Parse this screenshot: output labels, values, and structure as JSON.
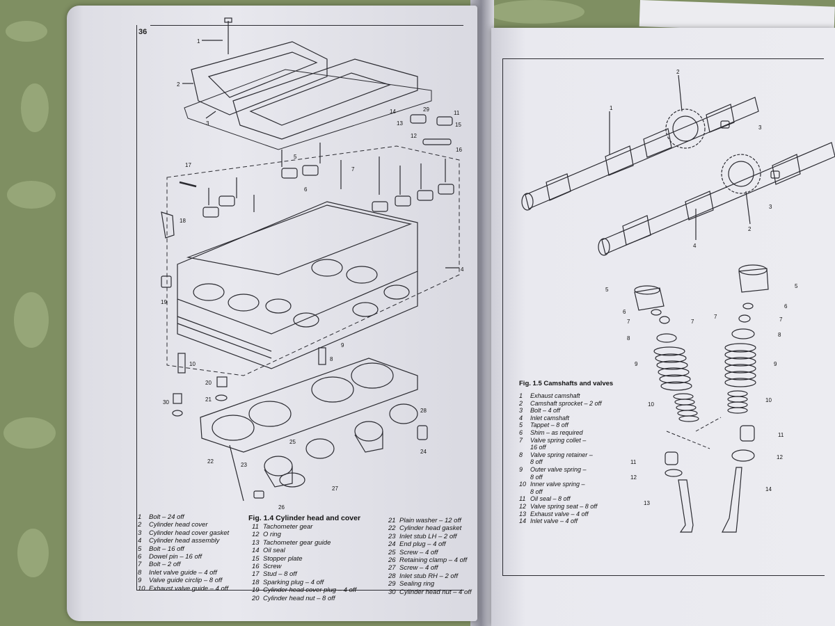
{
  "page_number": "36",
  "fig_1_4": {
    "caption": "Fig. 1.4 Cylinder head and cover",
    "callouts": [
      "1",
      "2",
      "3",
      "4",
      "5",
      "6",
      "7",
      "8",
      "9",
      "10",
      "11",
      "12",
      "13",
      "14",
      "15",
      "16",
      "17",
      "18",
      "19",
      "20",
      "21",
      "22",
      "23",
      "24",
      "25",
      "26",
      "27",
      "28",
      "29",
      "30"
    ],
    "legend_col1": [
      {
        "num": "1",
        "text": "Bolt – 24 off"
      },
      {
        "num": "2",
        "text": "Cylinder head cover"
      },
      {
        "num": "3",
        "text": "Cylinder head cover gasket"
      },
      {
        "num": "4",
        "text": "Cylinder head assembly"
      },
      {
        "num": "5",
        "text": "Bolt – 16 off"
      },
      {
        "num": "6",
        "text": "Dowel pin – 16 off"
      },
      {
        "num": "7",
        "text": "Bolt – 2 off"
      },
      {
        "num": "8",
        "text": "Inlet valve guide – 4 off"
      },
      {
        "num": "9",
        "text": "Valve guide circlip – 8 off"
      },
      {
        "num": "10",
        "text": "Exhaust valve guide – 4 off"
      }
    ],
    "legend_col2": [
      {
        "num": "11",
        "text": "Tachometer gear"
      },
      {
        "num": "12",
        "text": "O ring"
      },
      {
        "num": "13",
        "text": "Tachometer gear guide"
      },
      {
        "num": "14",
        "text": "Oil seal"
      },
      {
        "num": "15",
        "text": "Stopper plate"
      },
      {
        "num": "16",
        "text": "Screw"
      },
      {
        "num": "17",
        "text": "Stud – 8 off"
      },
      {
        "num": "18",
        "text": "Sparking plug – 4 off"
      },
      {
        "num": "19",
        "text": "Cylinder head cover plug – 4 off"
      },
      {
        "num": "20",
        "text": "Cylinder head nut – 8 off"
      }
    ],
    "legend_col3": [
      {
        "num": "21",
        "text": "Plain washer – 12 off"
      },
      {
        "num": "22",
        "text": "Cylinder head gasket"
      },
      {
        "num": "23",
        "text": "Inlet stub LH – 2 off"
      },
      {
        "num": "24",
        "text": "End plug – 4 off"
      },
      {
        "num": "25",
        "text": "Screw – 4 off"
      },
      {
        "num": "26",
        "text": "Retaining clamp – 4 off"
      },
      {
        "num": "27",
        "text": "Screw – 4 off"
      },
      {
        "num": "28",
        "text": "Inlet stub RH – 2 off"
      },
      {
        "num": "29",
        "text": "Sealing ring"
      },
      {
        "num": "30",
        "text": "Cylinder head nut – 4 off"
      }
    ]
  },
  "fig_1_5": {
    "caption": "Fig. 1.5 Camshafts and valves",
    "legend": [
      {
        "num": "1",
        "text": "Exhaust camshaft"
      },
      {
        "num": "2",
        "text": "Camshaft sprocket – 2 off"
      },
      {
        "num": "3",
        "text": "Bolt – 4 off"
      },
      {
        "num": "4",
        "text": "Inlet camshaft"
      },
      {
        "num": "5",
        "text": "Tappet – 8 off"
      },
      {
        "num": "6",
        "text": "Shim – as required"
      },
      {
        "num": "7",
        "text": "Valve spring collet –"
      },
      {
        "num": "",
        "text": "16 off"
      },
      {
        "num": "8",
        "text": "Valve spring retainer –"
      },
      {
        "num": "",
        "text": "8 off"
      },
      {
        "num": "9",
        "text": "Outer valve spring –"
      },
      {
        "num": "",
        "text": "8 off"
      },
      {
        "num": "10",
        "text": "Inner valve spring –"
      },
      {
        "num": "",
        "text": "8 off"
      },
      {
        "num": "11",
        "text": "Oil seal – 8 off"
      },
      {
        "num": "12",
        "text": "Valve spring seat – 8 off"
      },
      {
        "num": "13",
        "text": "Exhaust valve – 4 off"
      },
      {
        "num": "14",
        "text": "Inlet valve – 4 off"
      }
    ]
  },
  "colors": {
    "tablecloth": "#7f8f62",
    "paper": "#e4e4ea",
    "ink": "#2a2a30"
  }
}
